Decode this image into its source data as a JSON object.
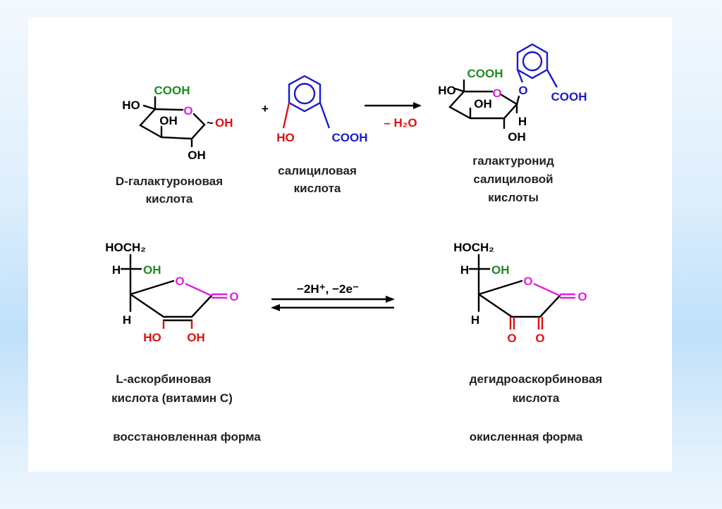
{
  "colors": {
    "green": "#1f8a1f",
    "magenta": "#e020e0",
    "red": "#e01010",
    "blue": "#1a1ad0"
  },
  "reaction1": {
    "galacturonic": {
      "cooh": "COOH",
      "ho": "HO",
      "ring_o": "O",
      "oh_inner": "OH",
      "oh_bottom": "OH",
      "wavy_bond": "~",
      "oh_anomeric": "OH",
      "name_line1": "D-галактуроновая",
      "name_line2": "кислота"
    },
    "plus": "+",
    "salicylic": {
      "ho": "HO",
      "cooh": "COOH",
      "name_line1": "салициловая",
      "name_line2": "кислота"
    },
    "arrow_label": "– H₂O",
    "product": {
      "cooh_green": "COOH",
      "ho": "HO",
      "ring_o": "O",
      "glycosidic_o": "O",
      "cooh_blue": "COOH",
      "oh_inner": "OH",
      "h": "H",
      "oh_bottom": "OH",
      "name_line1": "галактуронид",
      "name_line2": "салициловой",
      "name_line3": "кислоты"
    }
  },
  "reaction2": {
    "ascorbic": {
      "hoch2": "HOCH₂",
      "h_top": "H",
      "oh_green": "OH",
      "ring_o": "O",
      "carbonyl_o": "O",
      "h_bottom": "H",
      "ho_red": "HO",
      "oh_red": "OH",
      "name_line1": "L-аскорбиновая",
      "name_line2": "кислота (витамин С)",
      "form": "восстановленная форма"
    },
    "arrow_label": "−2H⁺, −2e⁻",
    "dehydro": {
      "hoch2": "HOCH₂",
      "h_top": "H",
      "oh_green": "OH",
      "ring_o": "O",
      "carbonyl_o": "O",
      "h_bottom": "H",
      "keto_o1": "O",
      "keto_o2": "O",
      "name_line1": "дегидроаскорбиновая",
      "name_line2": "кислота",
      "form": "окисленная форма"
    }
  }
}
